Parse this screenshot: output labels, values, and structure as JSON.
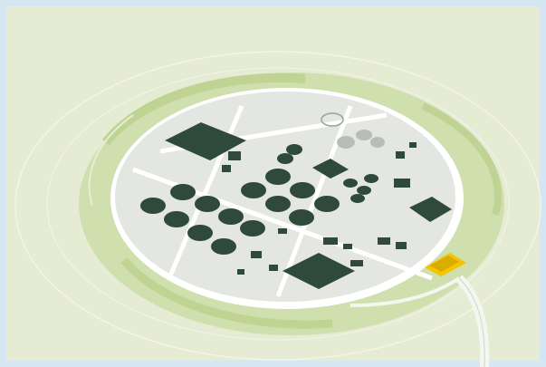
{
  "scene": {
    "kind": "isometric illustration of a circular treatment plant site",
    "colors": {
      "frame": "#d5e6f3",
      "background": "#e6ebd3",
      "green_ring": "#cfdfae",
      "green_ring_dark": "#bfd393",
      "site_pad": "#ffffff",
      "site_ground": "#e4e6e2",
      "buildings": "#2f4a3a",
      "tanks_light": "#b8bdb9",
      "highlight": "#f2c500",
      "road": "#f4f6f0"
    },
    "elements": [
      "outer-ring",
      "inner-site-pad",
      "clarifier-tanks",
      "large-buildings",
      "digester-tanks",
      "highlighted-facility",
      "access-road"
    ]
  }
}
